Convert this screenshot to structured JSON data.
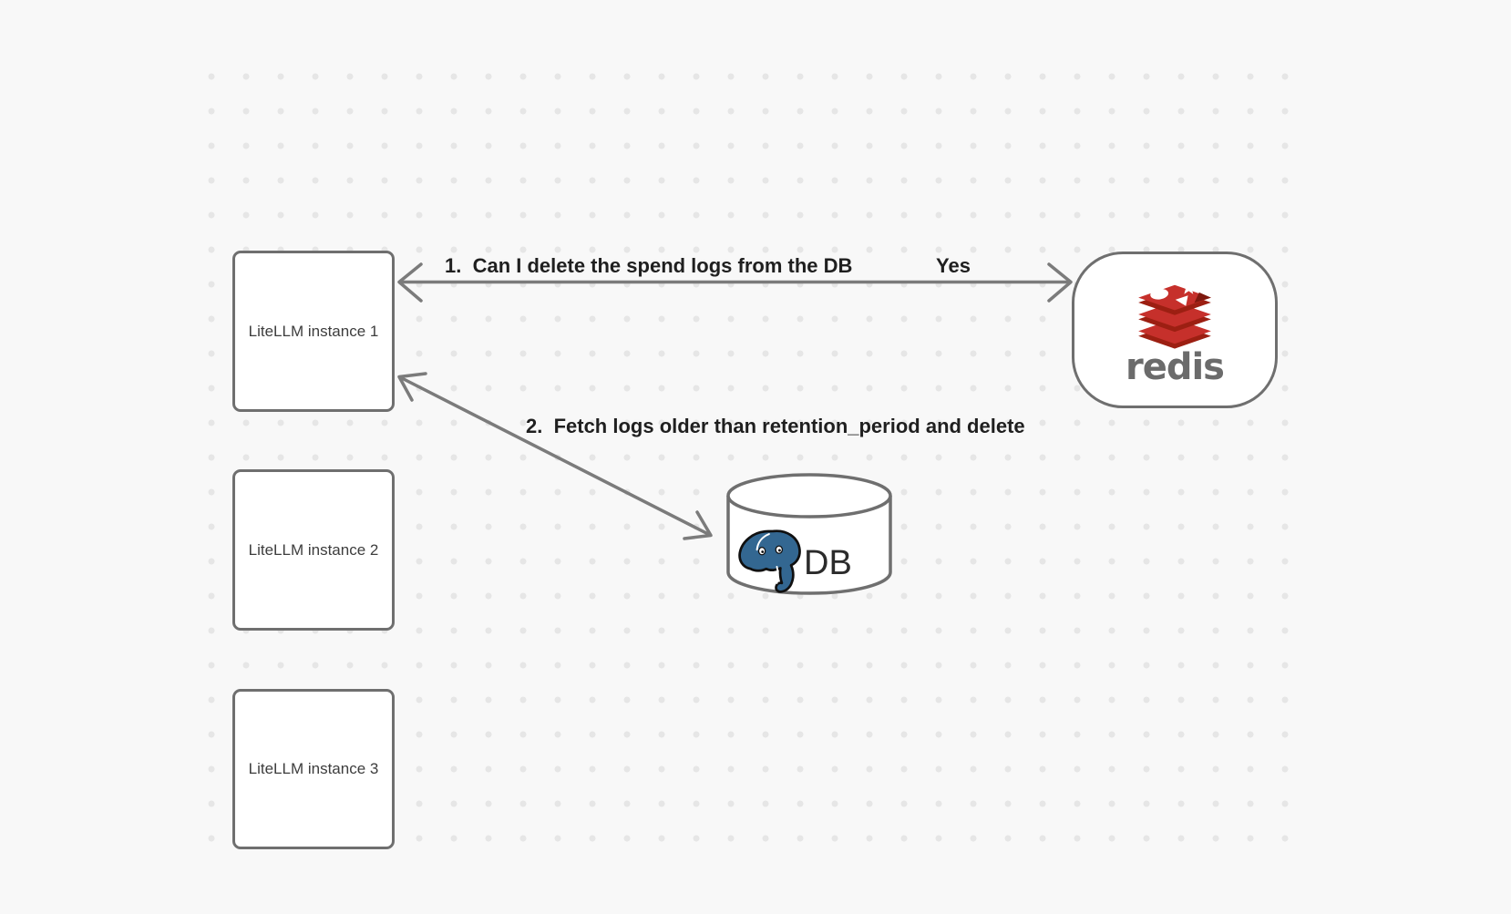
{
  "diagram": {
    "background_color": "#f8f8f8",
    "dot_color": "#e6e6e6",
    "nodes": {
      "instances": [
        {
          "label": "LiteLLM instance 1"
        },
        {
          "label": "LiteLLM instance 2"
        },
        {
          "label": "LiteLLM instance 3"
        }
      ],
      "redis": {
        "wordmark": "redis"
      },
      "database": {
        "label": "DB"
      }
    },
    "arrows": {
      "litellm_redis": {
        "label": "1.  Can I delete the spend logs from the DB",
        "answer": "Yes",
        "bidirectional": true
      },
      "litellm_db": {
        "label": "2.  Fetch logs older than retention_period and delete",
        "bidirectional": true
      }
    },
    "colors": {
      "background_color": "#f8f8f8",
      "dot_color": "#e6e6e6",
      "node_border": "#6f6f6f",
      "node_text": "#3d3d3d",
      "arrow": "#7b7b7b",
      "label_text": "#1f1f1f",
      "redis_red": "#c6302b",
      "redis_dark_red": "#9c1f12",
      "redis_wordmark": "#6b6b6b",
      "postgres_blue": "#336791",
      "db_text": "#2b2b2b"
    }
  }
}
